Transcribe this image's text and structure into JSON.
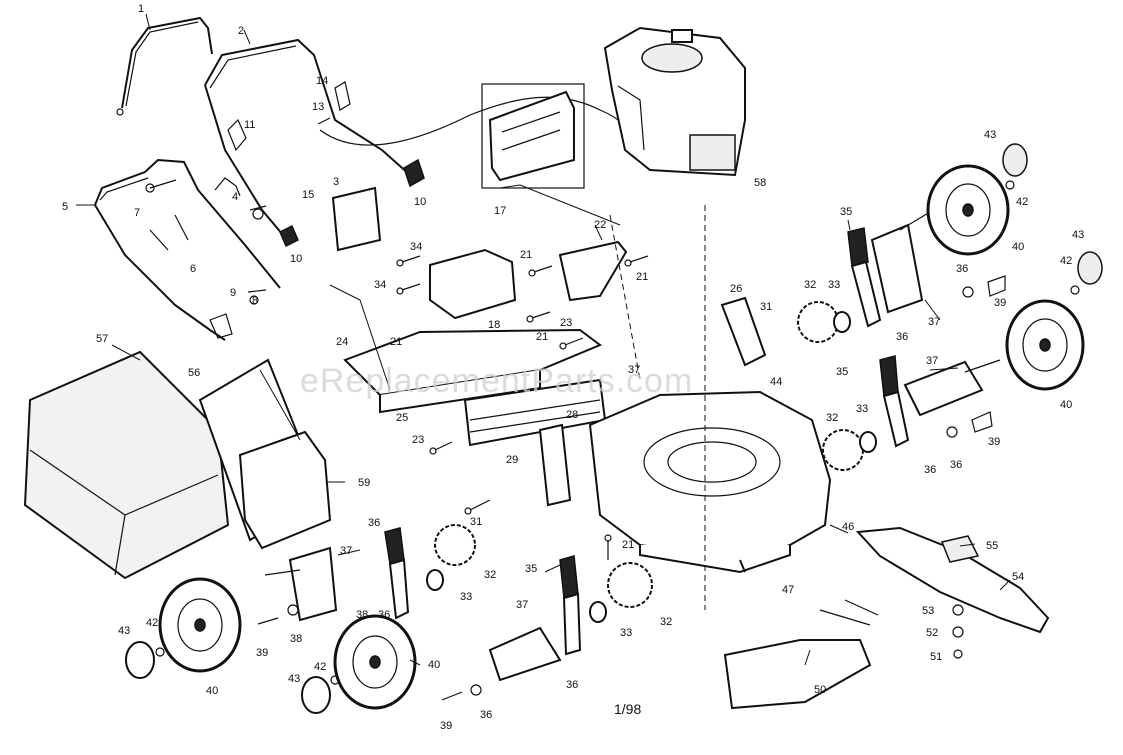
{
  "watermark": "eReplacementParts.com",
  "footer_code": "1/98",
  "labels": {
    "p1": "1",
    "p2": "2",
    "p3": "3",
    "p4": "4",
    "p5": "5",
    "p6": "6",
    "p7": "7",
    "p8": "8",
    "p9": "9",
    "p10a": "10",
    "p10b": "10",
    "p11": "11",
    "p13": "13",
    "p14": "14",
    "p15": "15",
    "p17": "17",
    "p18": "18",
    "p21a": "21",
    "p21b": "21",
    "p21c": "21",
    "p21d": "21",
    "p21e": "21",
    "p22": "22",
    "p23a": "23",
    "p23b": "23",
    "p24": "24",
    "p25": "25",
    "p26": "26",
    "p28": "28",
    "p29": "29",
    "p31a": "31",
    "p31b": "31",
    "p32a": "32",
    "p32b": "32",
    "p32c": "32",
    "p32d": "32",
    "p33a": "33",
    "p33b": "33",
    "p33c": "33",
    "p33d": "33",
    "p34a": "34",
    "p34b": "34",
    "p35a": "35",
    "p35b": "35",
    "p35c": "35",
    "p36a": "36",
    "p36b": "36",
    "p36c": "36",
    "p36d": "36",
    "p36e": "36",
    "p36f": "36",
    "p36g": "36",
    "p36h": "36",
    "p37a": "37",
    "p37b": "37",
    "p37c": "37",
    "p37d": "37",
    "p37e": "37",
    "p38a": "38",
    "p38b": "38",
    "p39a": "39",
    "p39b": "39",
    "p39c": "39",
    "p39d": "39",
    "p40a": "40",
    "p40b": "40",
    "p40c": "40",
    "p40d": "40",
    "p42a": "42",
    "p42b": "42",
    "p42c": "42",
    "p42d": "42",
    "p43a": "43",
    "p43b": "43",
    "p43c": "43",
    "p43d": "43",
    "p44": "44",
    "p46": "46",
    "p47": "47",
    "p50": "50",
    "p51": "51",
    "p52": "52",
    "p53": "53",
    "p54": "54",
    "p55": "55",
    "p56": "56",
    "p57": "57",
    "p58": "58",
    "p59": "59"
  }
}
